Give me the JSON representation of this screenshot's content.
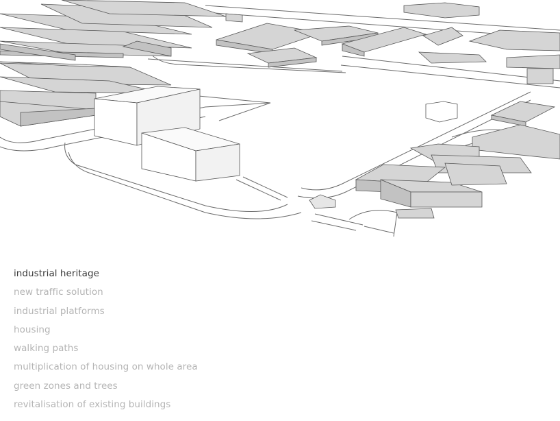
{
  "legend": {
    "items": [
      {
        "label": "industrial heritage",
        "active": true
      },
      {
        "label": "new traffic solution",
        "active": false
      },
      {
        "label": "industrial platforms",
        "active": false
      },
      {
        "label": "housing",
        "active": false
      },
      {
        "label": "walking paths",
        "active": false
      },
      {
        "label": "multiplication of housing on whole area",
        "active": false
      },
      {
        "label": "green zones and trees",
        "active": false
      },
      {
        "label": "revitalisation of existing buildings",
        "active": false
      }
    ]
  },
  "colors": {
    "building_fill": "#d5d5d5",
    "building_side": "#c2c2c2",
    "heritage_top": "#ffffff",
    "line": "#5a5a5a",
    "active_text": "#3a3a3a",
    "inactive_text": "#b4b4b4"
  }
}
